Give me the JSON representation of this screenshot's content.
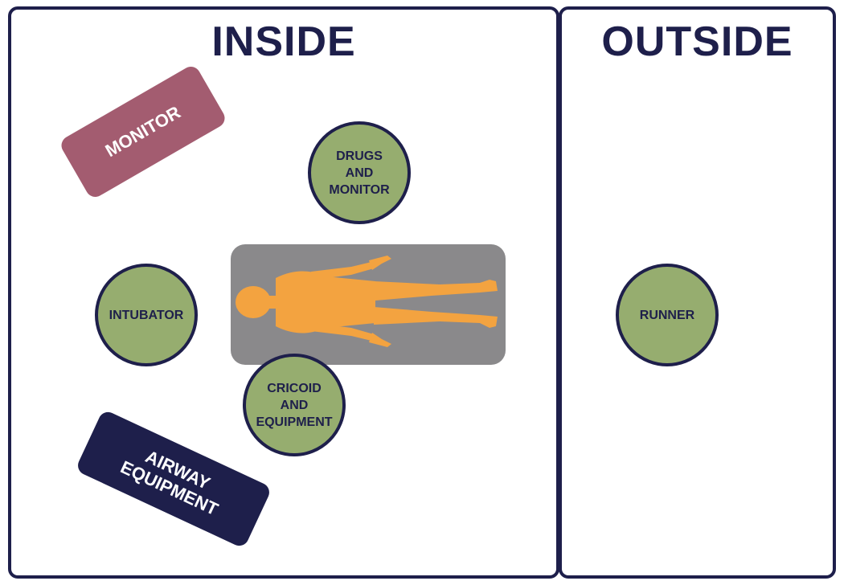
{
  "panels": {
    "inside_title": "INSIDE",
    "outside_title": "OUTSIDE"
  },
  "equipment": {
    "monitor": "MONITOR",
    "airway": "AIRWAY\nEQUIPMENT"
  },
  "roles": {
    "drugs": "DRUGS\nAND\nMONITOR",
    "intubator": "INTUBATOR",
    "cricoid": "CRICOID\nAND\nEQUIPMENT",
    "runner": "RUNNER"
  },
  "colors": {
    "navy": "#1e1f4b",
    "role_green": "#96ad6f",
    "monitor_mauve": "#a35c70",
    "bed_gray": "#8a898b",
    "patient_orange": "#f3a340"
  },
  "icons": {
    "patient": "patient-figure-icon"
  }
}
